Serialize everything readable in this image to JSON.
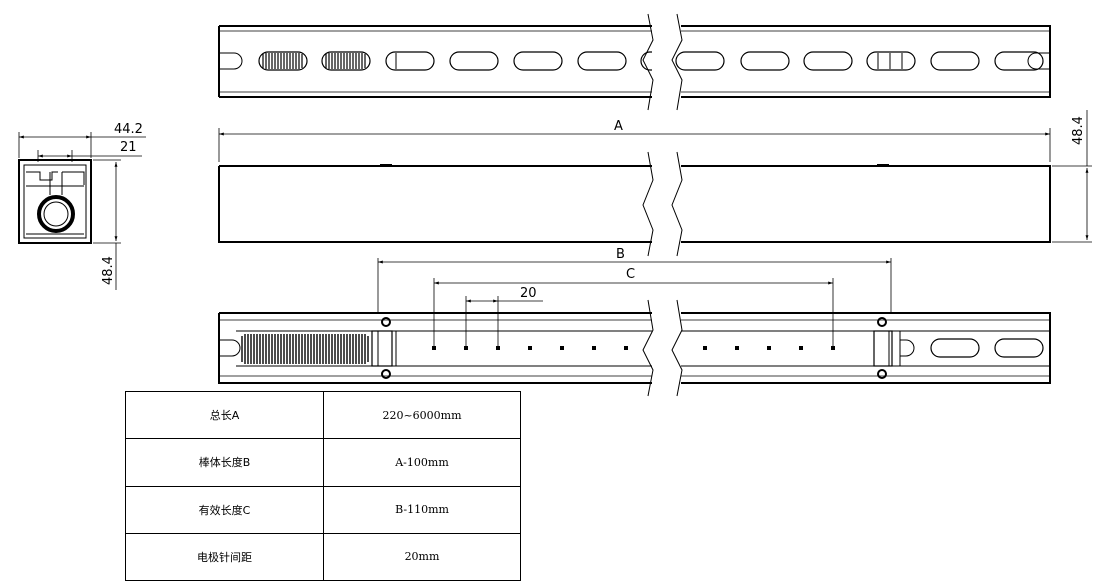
{
  "dimensions": {
    "width_total": "44.2",
    "width_inner": "21",
    "height_side": "48.4",
    "height_front": "48.4",
    "label_a": "A",
    "label_b": "B",
    "label_c": "C",
    "pitch": "20"
  },
  "spec_table": {
    "rows": [
      {
        "label": "总长A",
        "value": "220~6000mm"
      },
      {
        "label": "棒体长度B",
        "value": "A-100mm"
      },
      {
        "label": "有效长度C",
        "value": "B-110mm"
      },
      {
        "label": "电极针间距",
        "value": "20mm"
      }
    ]
  },
  "colors": {
    "line": "#000000",
    "background": "#ffffff"
  }
}
